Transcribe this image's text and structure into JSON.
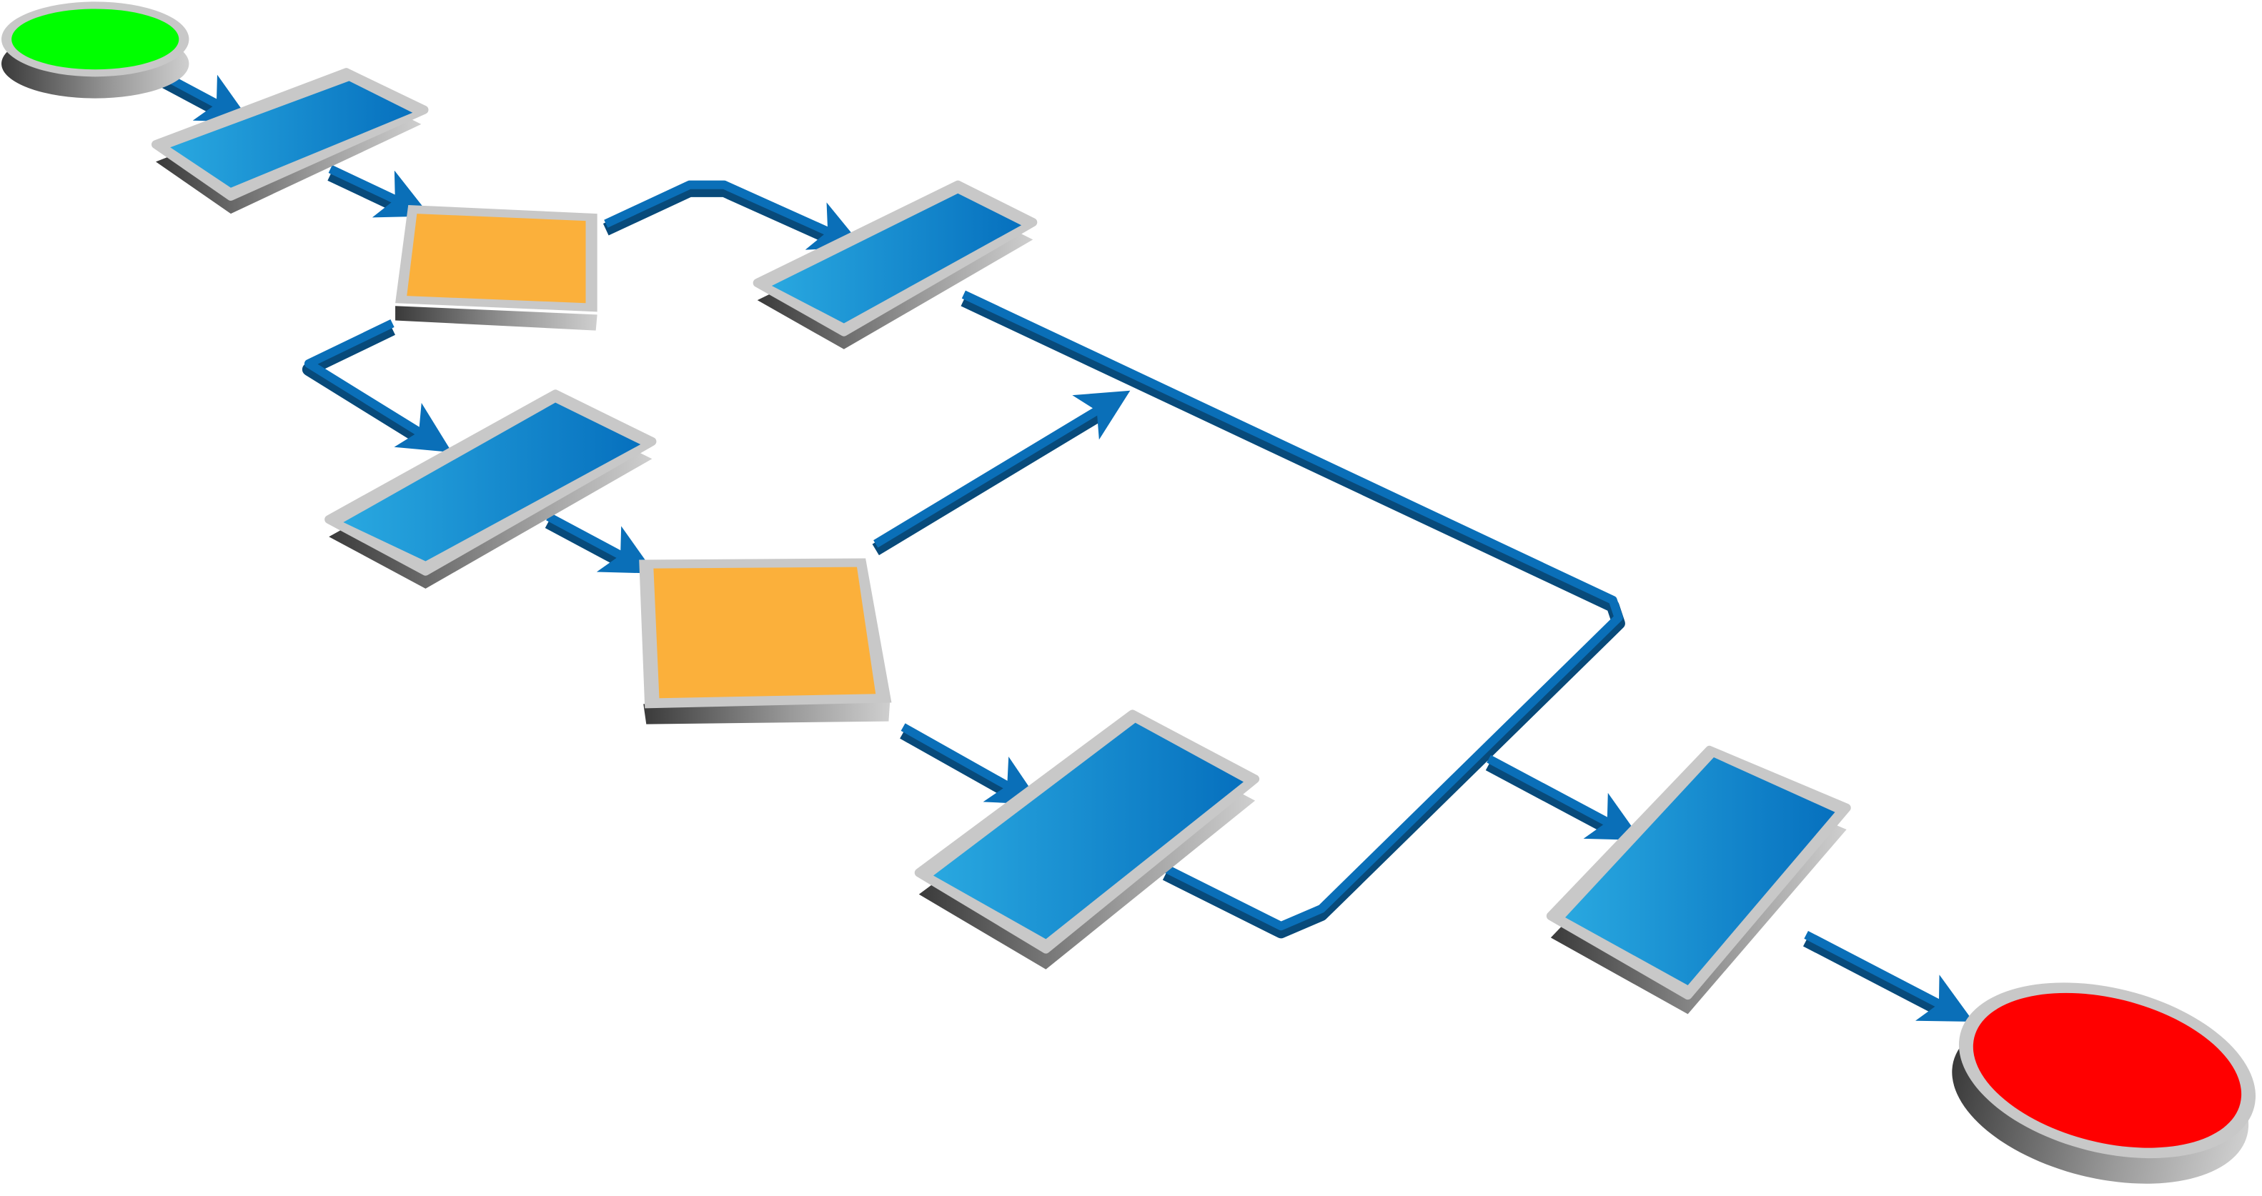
{
  "diagram": {
    "style": "3d-flowchart",
    "colors": {
      "start": "#00ff00",
      "end": "#ff0000",
      "process_light": "#29a8e0",
      "process_dark": "#0670be",
      "decision": "#fbb03b",
      "connector": "#0a6fb8",
      "connector_shadow": "#084a7a",
      "bevel": "#c8c8c8",
      "base_dark": "#3a3a3a"
    },
    "nodes": [
      {
        "id": "start",
        "type": "terminator"
      },
      {
        "id": "process-1",
        "type": "process"
      },
      {
        "id": "decision-1",
        "type": "decision"
      },
      {
        "id": "process-2",
        "type": "process"
      },
      {
        "id": "process-3",
        "type": "process"
      },
      {
        "id": "decision-2",
        "type": "decision"
      },
      {
        "id": "process-4",
        "type": "process"
      },
      {
        "id": "process-5",
        "type": "process"
      },
      {
        "id": "end",
        "type": "terminator"
      }
    ]
  }
}
